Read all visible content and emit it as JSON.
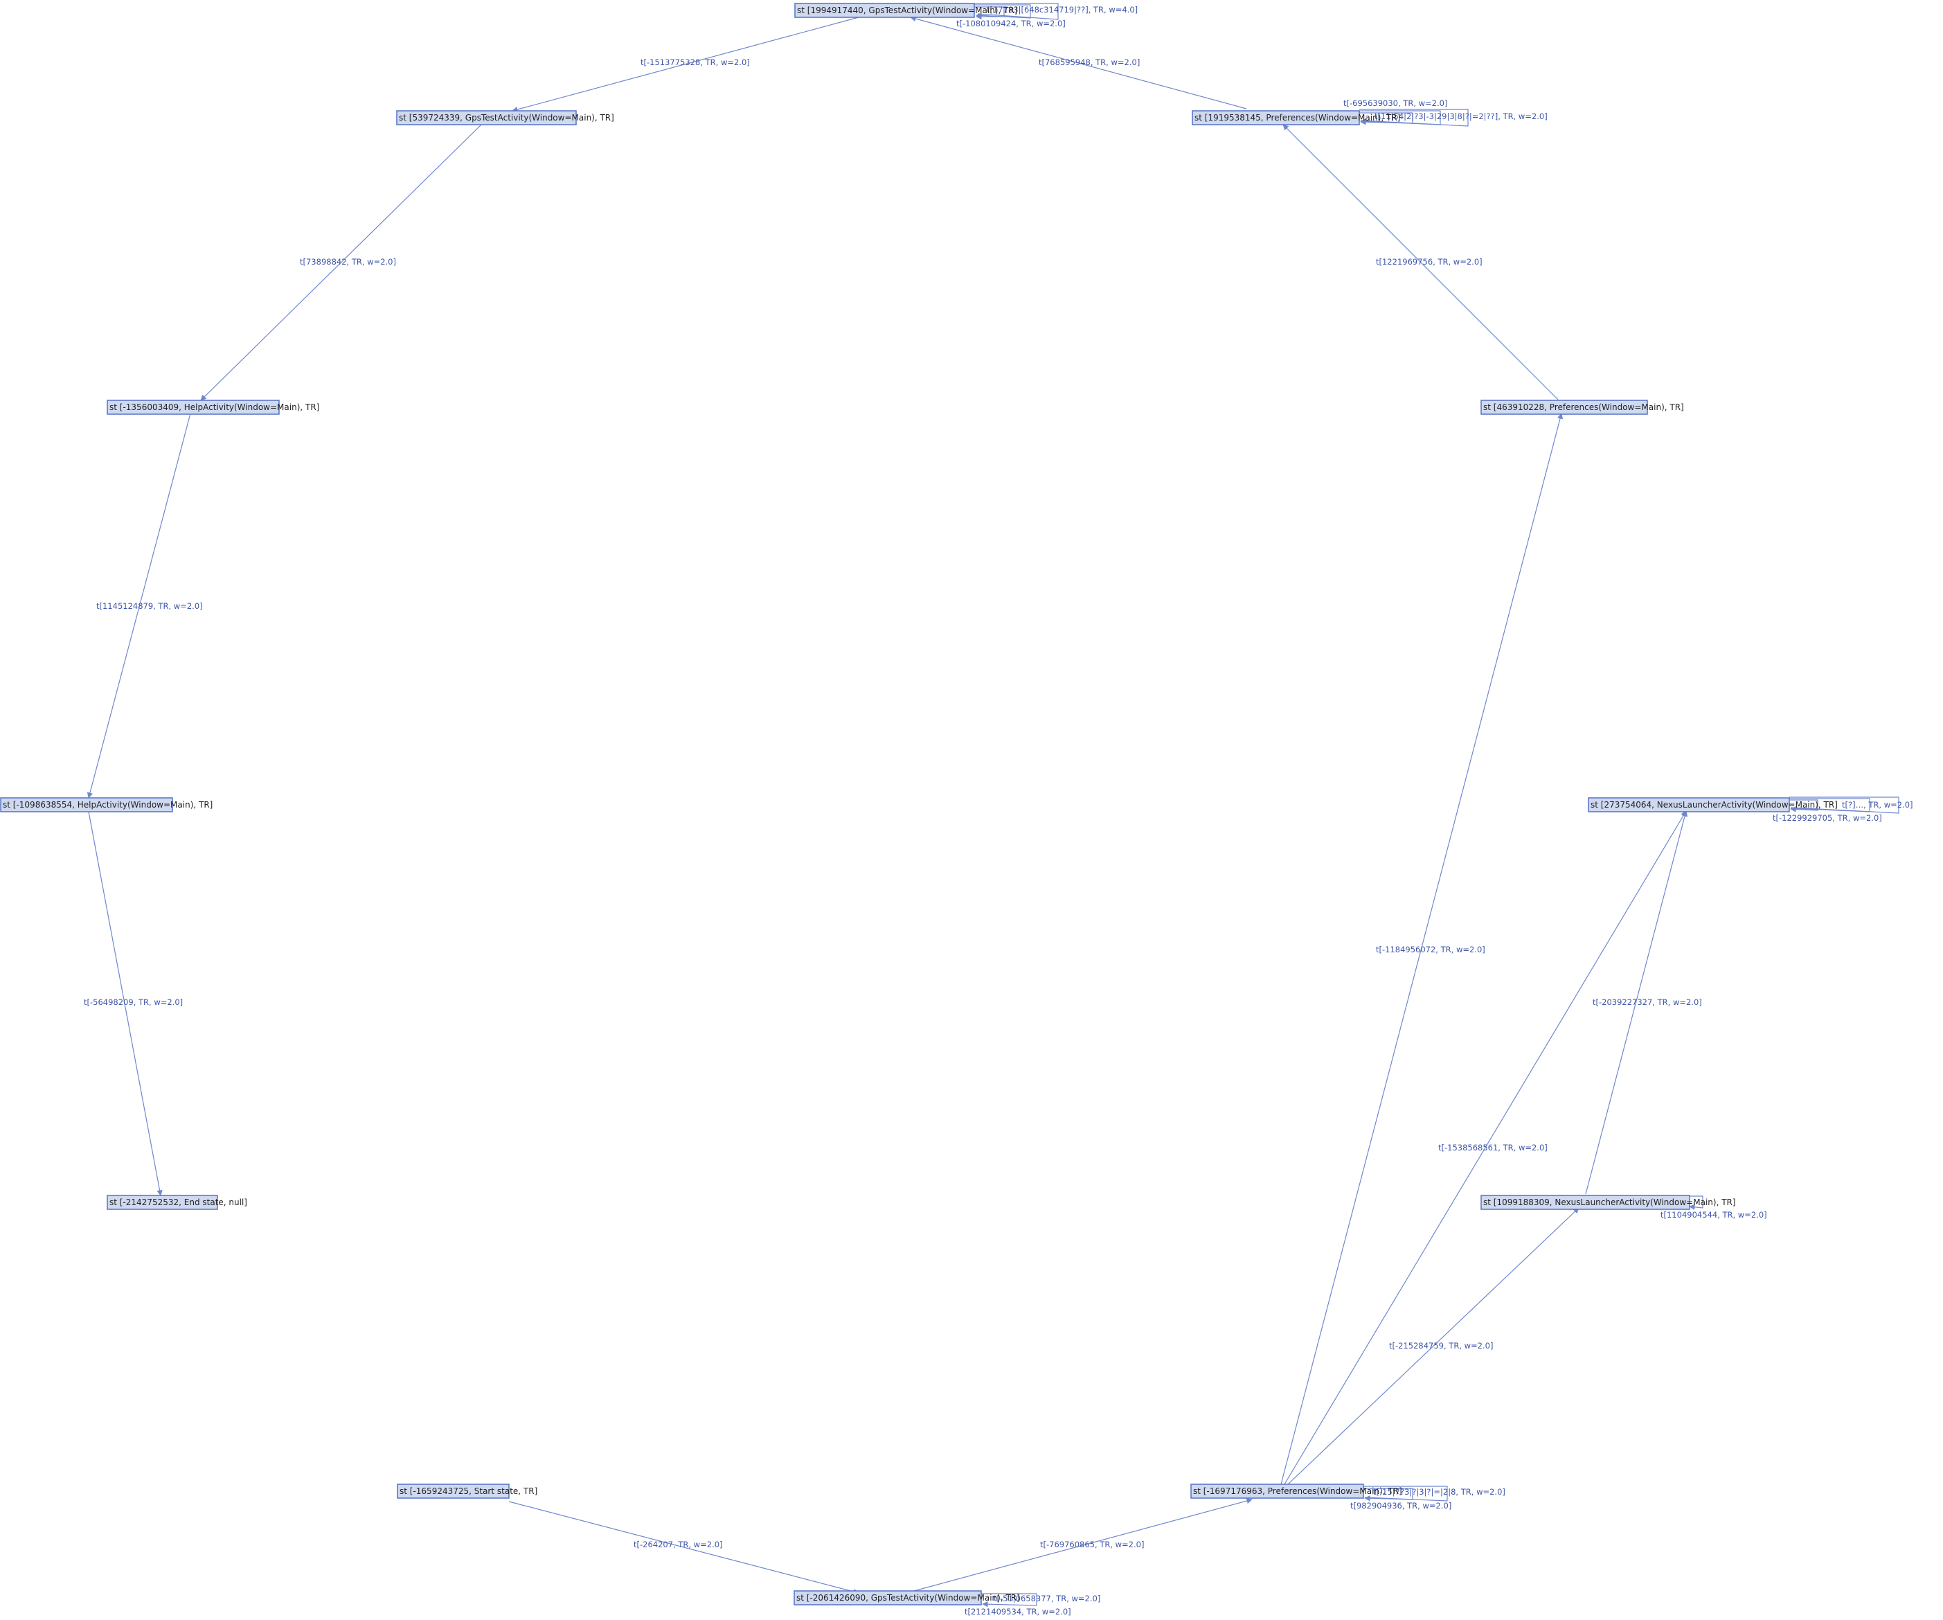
{
  "graph": {
    "nodes": [
      {
        "id": "n0",
        "label": "st [1994917440, GpsTestActivity(Window=Main), TR]"
      },
      {
        "id": "n1",
        "label": "st [539724339, GpsTestActivity(Window=Main), TR]"
      },
      {
        "id": "n2",
        "label": "st [1919538145, Preferences(Window=Main), TR]"
      },
      {
        "id": "n3",
        "label": "st [-1356003409, HelpActivity(Window=Main), TR]"
      },
      {
        "id": "n4",
        "label": "st [463910228, Preferences(Window=Main), TR]"
      },
      {
        "id": "n5",
        "label": "st [-1098638554, HelpActivity(Window=Main), TR]"
      },
      {
        "id": "n6",
        "label": "st [273754064, NexusLauncherActivity(Window=Main), TR]"
      },
      {
        "id": "n7",
        "label": "st [-2142752532, End state, null]"
      },
      {
        "id": "n8",
        "label": "st [1099188309, NexusLauncherActivity(Window=Main), TR]"
      },
      {
        "id": "n9",
        "label": "st [-1659243725, Start state, TR]"
      },
      {
        "id": "n10",
        "label": "st [-1697176963, Preferences(Window=Main), TR]"
      },
      {
        "id": "n11",
        "label": "st [-2061426090, GpsTestActivity(Window=Main), TR]"
      }
    ],
    "edges": [
      {
        "label": "t[-1513775328, TR, w=2.0]"
      },
      {
        "label": "t[768595948, TR, w=2.0]"
      },
      {
        "label": "t[73898842, TR, w=2.0]"
      },
      {
        "label": "t[1221969756, TR, w=2.0]"
      },
      {
        "label": "t[1145124879, TR, w=2.0]"
      },
      {
        "label": "t[-56498209, TR, w=2.0]"
      },
      {
        "label": "t[-1184956072, TR, w=2.0]"
      },
      {
        "label": "t[-2039227327, TR, w=2.0]"
      },
      {
        "label": "t[-1538568561, TR, w=2.0]"
      },
      {
        "label": "t[-215284759, TR, w=2.0]"
      },
      {
        "label": "t[-264207, TR, w=2.0]"
      },
      {
        "label": "t[-769760865, TR, w=2.0]"
      }
    ],
    "self_loop_labels": [
      {
        "text": "t[17783|[648c314719|??], TR, w=4.0]"
      },
      {
        "text": "t[-1080109424, TR, w=2.0]"
      },
      {
        "text": "t[-695639030, TR, w=2.0]"
      },
      {
        "text": "t[11|54|2|?3|-3|29|3|8|?|=2|??], TR, w=2.0]"
      },
      {
        "text": "t[?]…, TR, w=2.0]"
      },
      {
        "text": "t[-1229929705, TR, w=2.0]"
      },
      {
        "text": "t[1104904544, TR, w=2.0]"
      },
      {
        "text": "t[-15|7?3|?|3|?|=|2|8, TR, w=2.0]"
      },
      {
        "text": "t[982904936, TR, w=2.0]"
      },
      {
        "text": "t[-51|0658377, TR, w=2.0]"
      },
      {
        "text": "t[2121409534, TR, w=2.0]"
      }
    ]
  }
}
